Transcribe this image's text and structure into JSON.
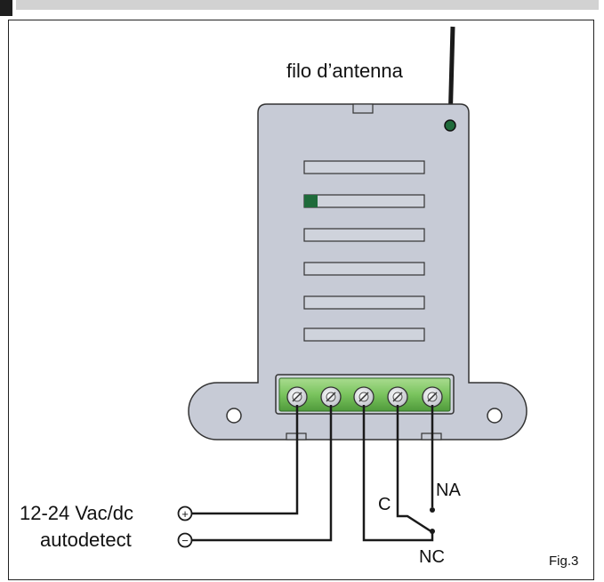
{
  "labels": {
    "antenna": "filo d’antenna",
    "voltage": "12-24 Vac/dc",
    "autodetect": "autodetect",
    "na": "NA",
    "c": "C",
    "nc": "NC",
    "figure": "Fig.3"
  },
  "symbols": {
    "plus": "+",
    "minus": "−"
  },
  "colors": {
    "housing": "#c7cbd6",
    "terminal_block": "#79c35d",
    "status_led": "#1f6b3b",
    "wire": "#1a1a1a"
  }
}
